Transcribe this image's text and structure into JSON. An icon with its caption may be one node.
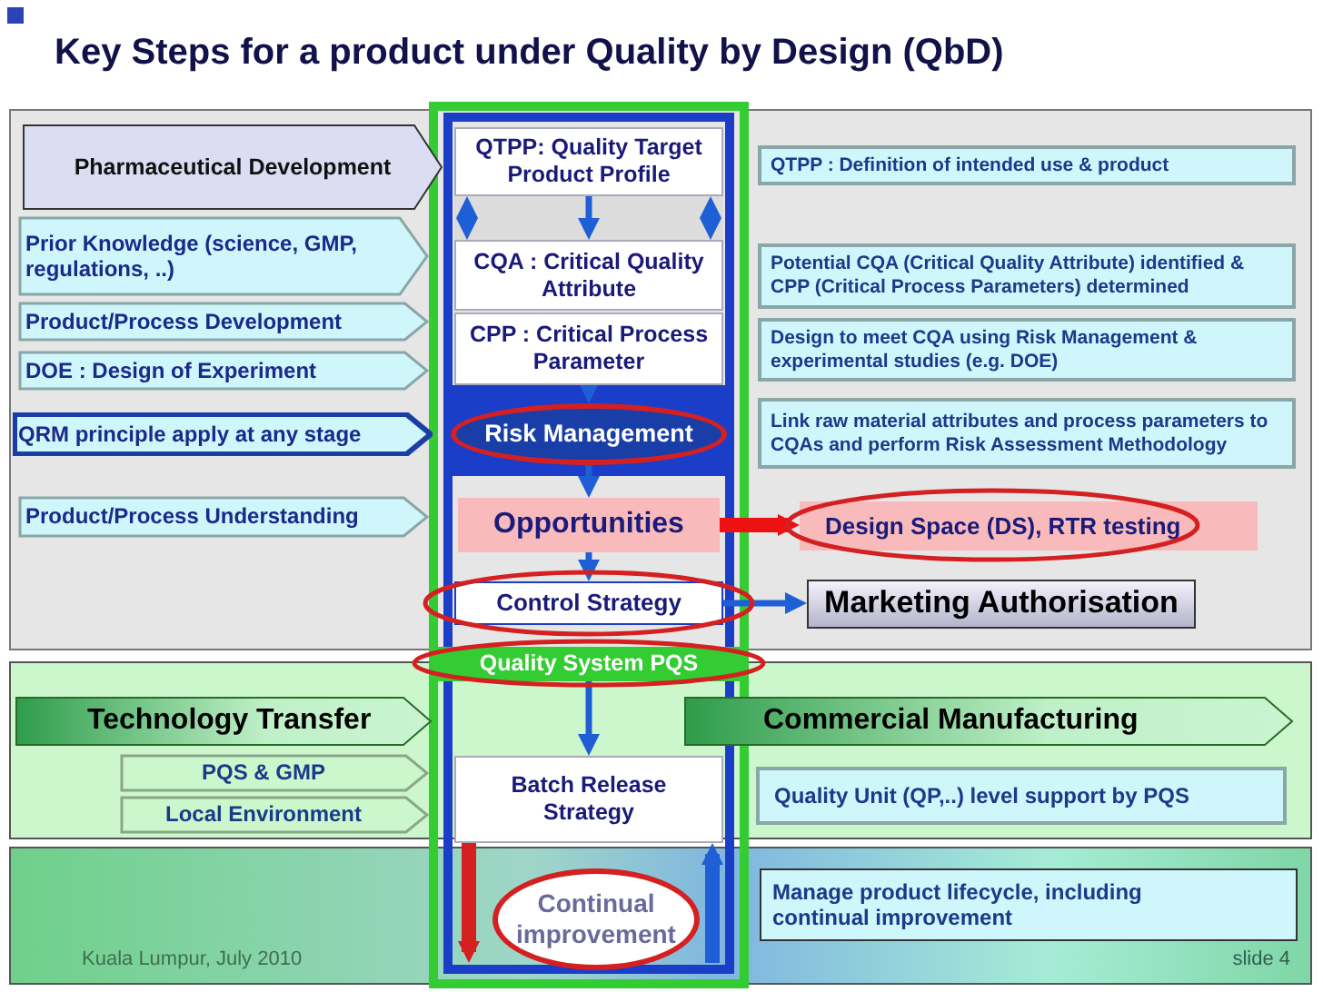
{
  "diagram": {
    "title": "Key Steps for a product under Quality by Design (QbD)",
    "nodes": [
      {
        "text": [
          "Pharmaceutical Development"
        ]
      },
      {
        "text": [
          "Prior Knowledge (science, GMP, regulations, ..)"
        ]
      },
      {
        "text": [
          "Product/Process Development"
        ]
      },
      {
        "text": [
          "DOE : Design of Experiment"
        ]
      },
      {
        "text": [
          "QRM principle apply at any stage"
        ]
      },
      {
        "text": [
          "Product/Process Understanding"
        ]
      },
      {
        "text": [
          "QTPP: Quality Target Product Profile"
        ]
      },
      {
        "text": [
          "CQA : Critical Quality Attribute"
        ]
      },
      {
        "text": [
          "CPP : Critical Process Parameter"
        ]
      },
      {
        "text": [
          "Risk Management"
        ]
      },
      {
        "text": [
          "Opportunities"
        ]
      },
      {
        "text": [
          "Control Strategy"
        ]
      },
      {
        "text": [
          "Quality System PQS"
        ]
      },
      {
        "text": [
          "QTPP : Definition of intended use & product"
        ]
      },
      {
        "text": [
          "Potential CQA (Critical Quality Attribute) identified & CPP (Critical Process Parameters) determined"
        ]
      },
      {
        "text": [
          "Design to meet CQA using Risk Management & experimental studies (e.g. DOE)"
        ]
      },
      {
        "text": [
          "Link raw material attributes and process parameters to CQAs and perform Risk Assessment Methodology"
        ]
      },
      {
        "text": [
          "Design Space (DS), RTR testing"
        ]
      },
      {
        "text": [
          "Marketing Authorisation"
        ]
      },
      {
        "text": [
          "Technology Transfer"
        ]
      },
      {
        "text": [
          "Commercial Manufacturing"
        ]
      },
      {
        "text": [
          "PQS & GMP"
        ]
      },
      {
        "text": [
          "Local Environment"
        ]
      },
      {
        "text": [
          "Batch Release Strategy"
        ]
      },
      {
        "text": [
          "Quality Unit (QP,..) level support by PQS"
        ]
      },
      {
        "text": [
          "Continual improvement"
        ]
      },
      {
        "text": [
          "Manage product lifecycle, including continual improvement"
        ]
      }
    ],
    "edges": [
      {
        "from": 6,
        "to": 7,
        "arrow": "to"
      },
      {
        "from": 6,
        "to": 7,
        "arrow": "both"
      },
      {
        "from": 6,
        "to": 7,
        "arrow": "both"
      },
      {
        "from": 8,
        "to": 9,
        "arrow": "to"
      },
      {
        "from": 9,
        "to": 10,
        "arrow": "to"
      },
      {
        "from": 10,
        "to": 11,
        "arrow": "to"
      },
      {
        "from": 10,
        "to": 17,
        "arrow": "to",
        "style": "thick",
        "color": "#ee1111"
      },
      {
        "from": 11,
        "to": 18,
        "arrow": "to"
      },
      {
        "from": 12,
        "to": 23,
        "arrow": "to"
      },
      {
        "from": 23,
        "to": 25,
        "arrow": "to",
        "style": "thick",
        "color": "#d42020"
      },
      {
        "from": 25,
        "to": 23,
        "arrow": "to",
        "style": "thick"
      }
    ],
    "labels": [
      "Kuala Lumpur, July 2010",
      "slide 4"
    ]
  }
}
